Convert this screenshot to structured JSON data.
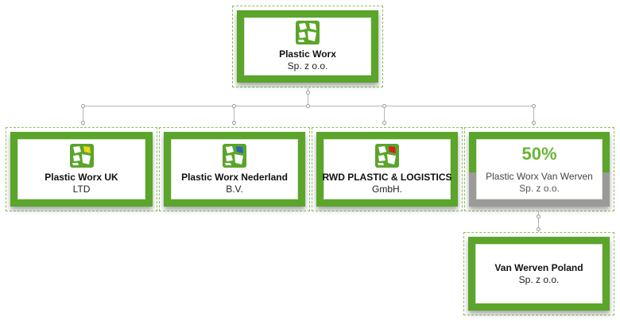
{
  "nodes": {
    "root": {
      "title": "Plastic Worx",
      "subtitle": "Sp. z o.o."
    },
    "uk": {
      "title": "Plastic Worx UK",
      "subtitle": "LTD",
      "accent": "#f5d31a"
    },
    "nl": {
      "title": "Plastic Worx Nederland",
      "subtitle": "B.V.",
      "accent": "#2a63b8"
    },
    "rwd": {
      "title": "RWD PLASTIC & LOGISTICS",
      "subtitle": "GmbH.",
      "accent": "#d82020"
    },
    "vw": {
      "percent": "50%",
      "title": "Plastic Worx Van Werven",
      "subtitle": "Sp. z o.o."
    },
    "vwp": {
      "title": "Van Werven Poland",
      "subtitle": "Sp. z o.o."
    }
  },
  "colors": {
    "brand_green": "#5aa52a",
    "frame_green": "#8cc060",
    "connector": "#b7b7b7",
    "percent_green": "#6ab435",
    "partial_gray": "#9a9a9a"
  },
  "icons": {
    "logo": "plastic-worx-logo-icon"
  }
}
